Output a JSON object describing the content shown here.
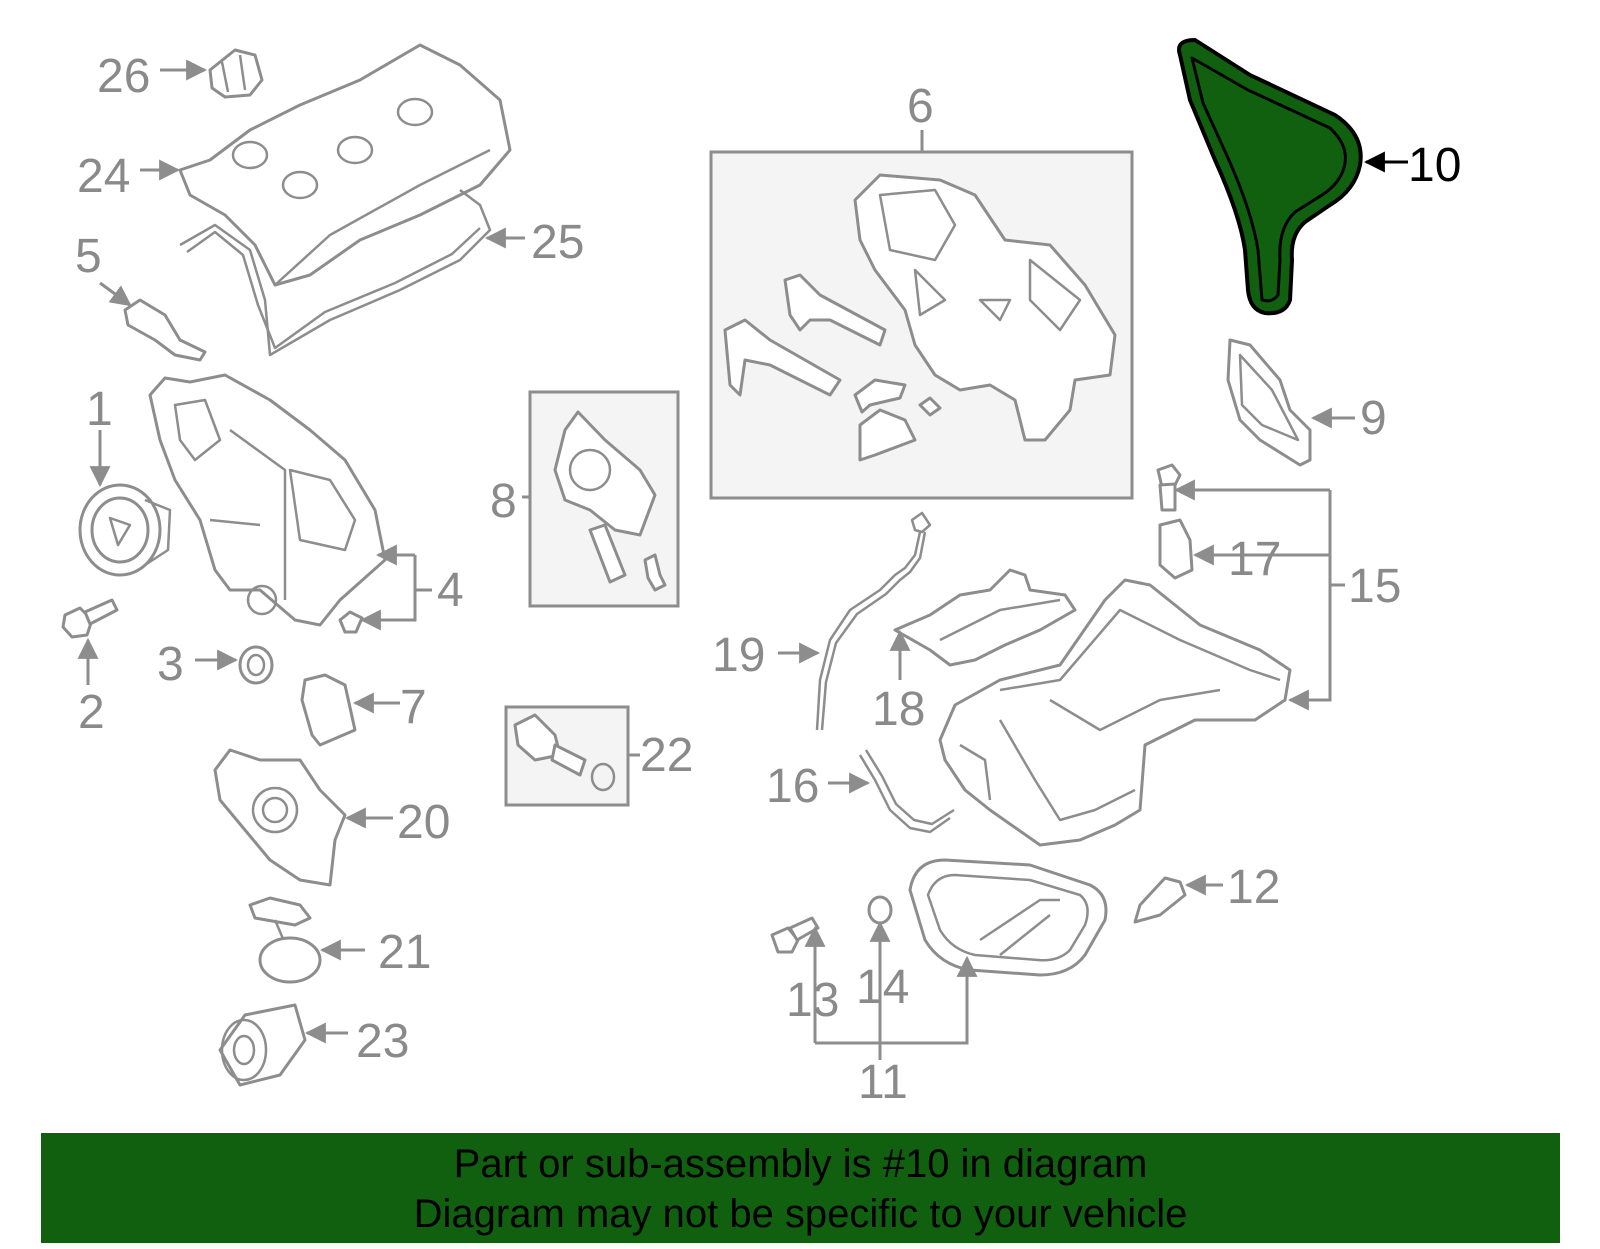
{
  "diagram": {
    "highlighted_callout": "10",
    "colors": {
      "highlight_fill": "#106010",
      "line": "#8d8d8d",
      "callout_text": "#8a8a8a",
      "highlight_text": "#000000"
    },
    "callouts": {
      "c1": "1",
      "c2": "2",
      "c3": "3",
      "c4": "4",
      "c5": "5",
      "c6": "6",
      "c7": "7",
      "c8": "8",
      "c9": "9",
      "c10": "10",
      "c11": "11",
      "c12": "12",
      "c13": "13",
      "c14": "14",
      "c15": "15",
      "c16": "16",
      "c17": "17",
      "c18": "18",
      "c19": "19",
      "c20": "20",
      "c21": "21",
      "c22": "22",
      "c23": "23",
      "c24": "24",
      "c25": "25",
      "c26": "26"
    }
  },
  "banner": {
    "line1": "Part or sub-assembly is #10 in diagram",
    "line2": "Diagram may not be specific to your vehicle"
  }
}
